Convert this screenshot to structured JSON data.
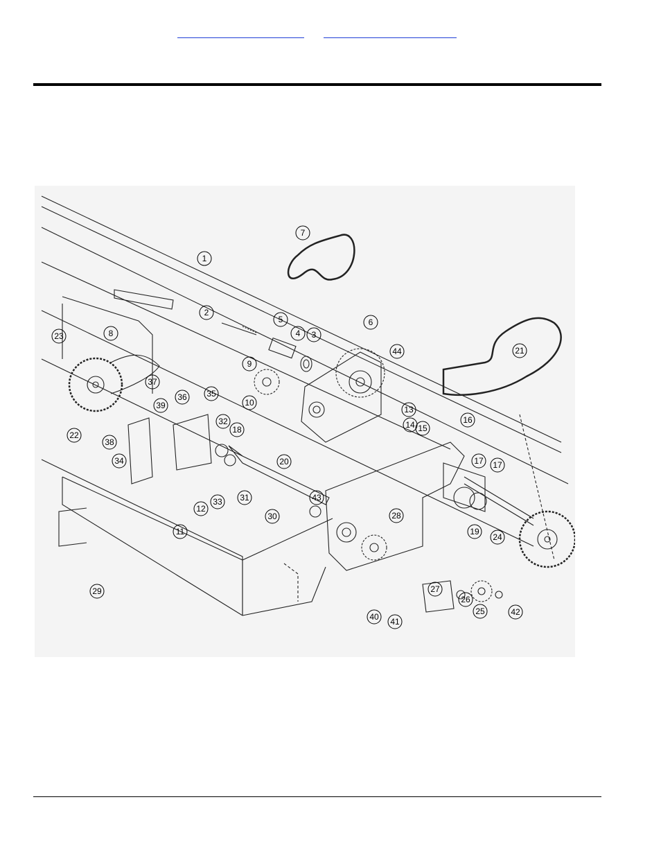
{
  "header": {
    "links": [
      {
        "label": ""
      },
      {
        "label": ""
      }
    ]
  },
  "diagram": {
    "callouts": [
      "1",
      "2",
      "3",
      "4",
      "5",
      "6",
      "7",
      "8",
      "9",
      "10",
      "11",
      "12",
      "13",
      "14",
      "15",
      "16",
      "17",
      "18",
      "19",
      "20",
      "21",
      "22",
      "23",
      "24",
      "25",
      "26",
      "27",
      "28",
      "29",
      "30",
      "31",
      "32",
      "33",
      "34",
      "35",
      "36",
      "37",
      "38",
      "39",
      "40",
      "41",
      "42",
      "43",
      "44"
    ]
  }
}
